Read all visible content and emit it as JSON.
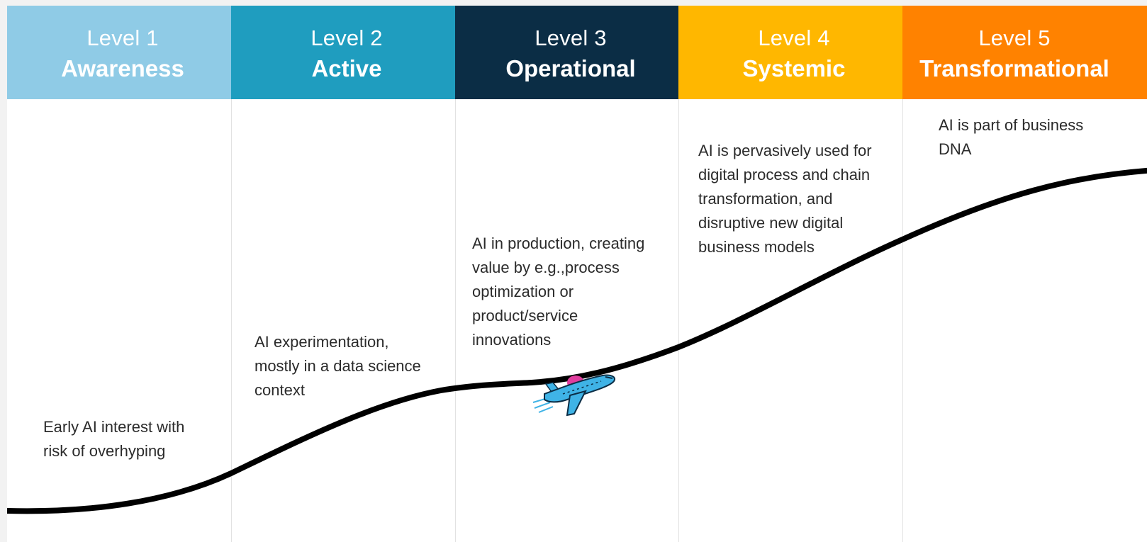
{
  "levels": [
    {
      "level": "Level 1",
      "name": "Awareness",
      "description": "Early AI interest with\nrisk of overhyping",
      "color": "#8fcbe6"
    },
    {
      "level": "Level 2",
      "name": "Active",
      "description": "AI experimentation,\nmostly in a data science\ncontext",
      "color": "#1f9dbf"
    },
    {
      "level": "Level 3",
      "name": "Operational",
      "description": "AI in production, creating\nvalue by e.g.,process\noptimization or\nproduct/service\ninnovations",
      "color": "#0b2d45"
    },
    {
      "level": "Level 4",
      "name": "Systemic",
      "description": "AI is pervasively used for\ndigital process and chain\ntransformation, and\ndisruptive new digital\nbusiness models",
      "color": "#ffb700"
    },
    {
      "level": "Level 5",
      "name": "Transformational",
      "description": "AI is part of business\nDNA",
      "color": "#ff8200"
    }
  ],
  "icons": {
    "plane": "airplane-icon"
  },
  "colors": {
    "curve": "#000000",
    "plane_body": "#3fb3e6",
    "plane_accent": "#e03d9e"
  }
}
